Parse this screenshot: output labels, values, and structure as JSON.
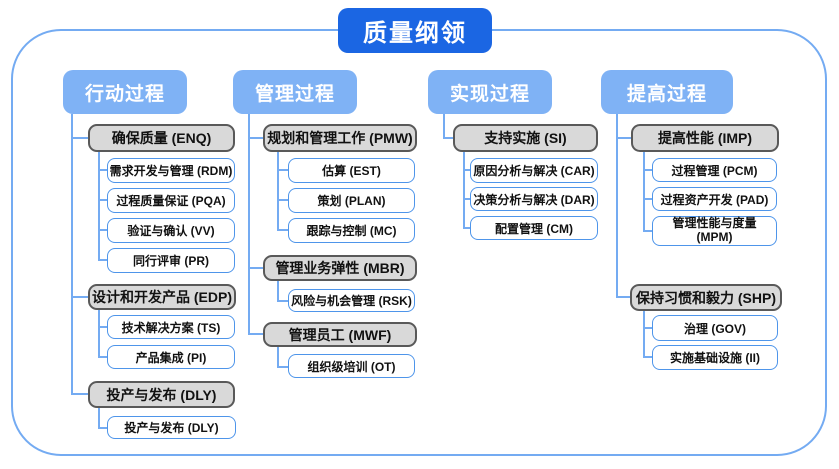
{
  "title": "质量纲领",
  "columns": [
    {
      "header": "行动过程",
      "groups": [
        {
          "label": "确保质量 (ENQ)",
          "children": [
            "需求开发与管理 (RDM)",
            "过程质量保证 (PQA)",
            "验证与确认 (VV)",
            "同行评审 (PR)"
          ]
        },
        {
          "label": "设计和开发产品 (EDP)",
          "children": [
            "技术解决方案 (TS)",
            "产品集成 (PI)"
          ]
        },
        {
          "label": "投产与发布 (DLY)",
          "children": [
            "投产与发布 (DLY)"
          ]
        }
      ]
    },
    {
      "header": "管理过程",
      "groups": [
        {
          "label": "规划和管理工作 (PMW)",
          "children": [
            "估算 (EST)",
            "策划 (PLAN)",
            "跟踪与控制 (MC)"
          ]
        },
        {
          "label": "管理业务弹性 (MBR)",
          "children": [
            "风险与机会管理 (RSK)"
          ]
        },
        {
          "label": "管理员工 (MWF)",
          "children": [
            "组织级培训 (OT)"
          ]
        }
      ]
    },
    {
      "header": "实现过程",
      "groups": [
        {
          "label": "支持实施 (SI)",
          "children": [
            "原因分析与解决 (CAR)",
            "决策分析与解决 (DAR)",
            "配置管理 (CM)"
          ]
        }
      ]
    },
    {
      "header": "提高过程",
      "groups": [
        {
          "label": "提高性能 (IMP)",
          "children": [
            "过程管理 (PCM)",
            "过程资产开发 (PAD)",
            "管理性能与度量 (MPM)"
          ]
        },
        {
          "label": "保持习惯和毅力 (SHP)",
          "children": [
            "治理 (GOV)",
            "实施基础设施 (II)"
          ]
        }
      ]
    }
  ],
  "colors": {
    "title_bg": "#1B66E3",
    "header_bg": "#7FB2F5",
    "gray_fill": "#D9D9D9",
    "gray_border": "#595959",
    "node_border": "#4E95EA",
    "line": "#74ABF2"
  }
}
